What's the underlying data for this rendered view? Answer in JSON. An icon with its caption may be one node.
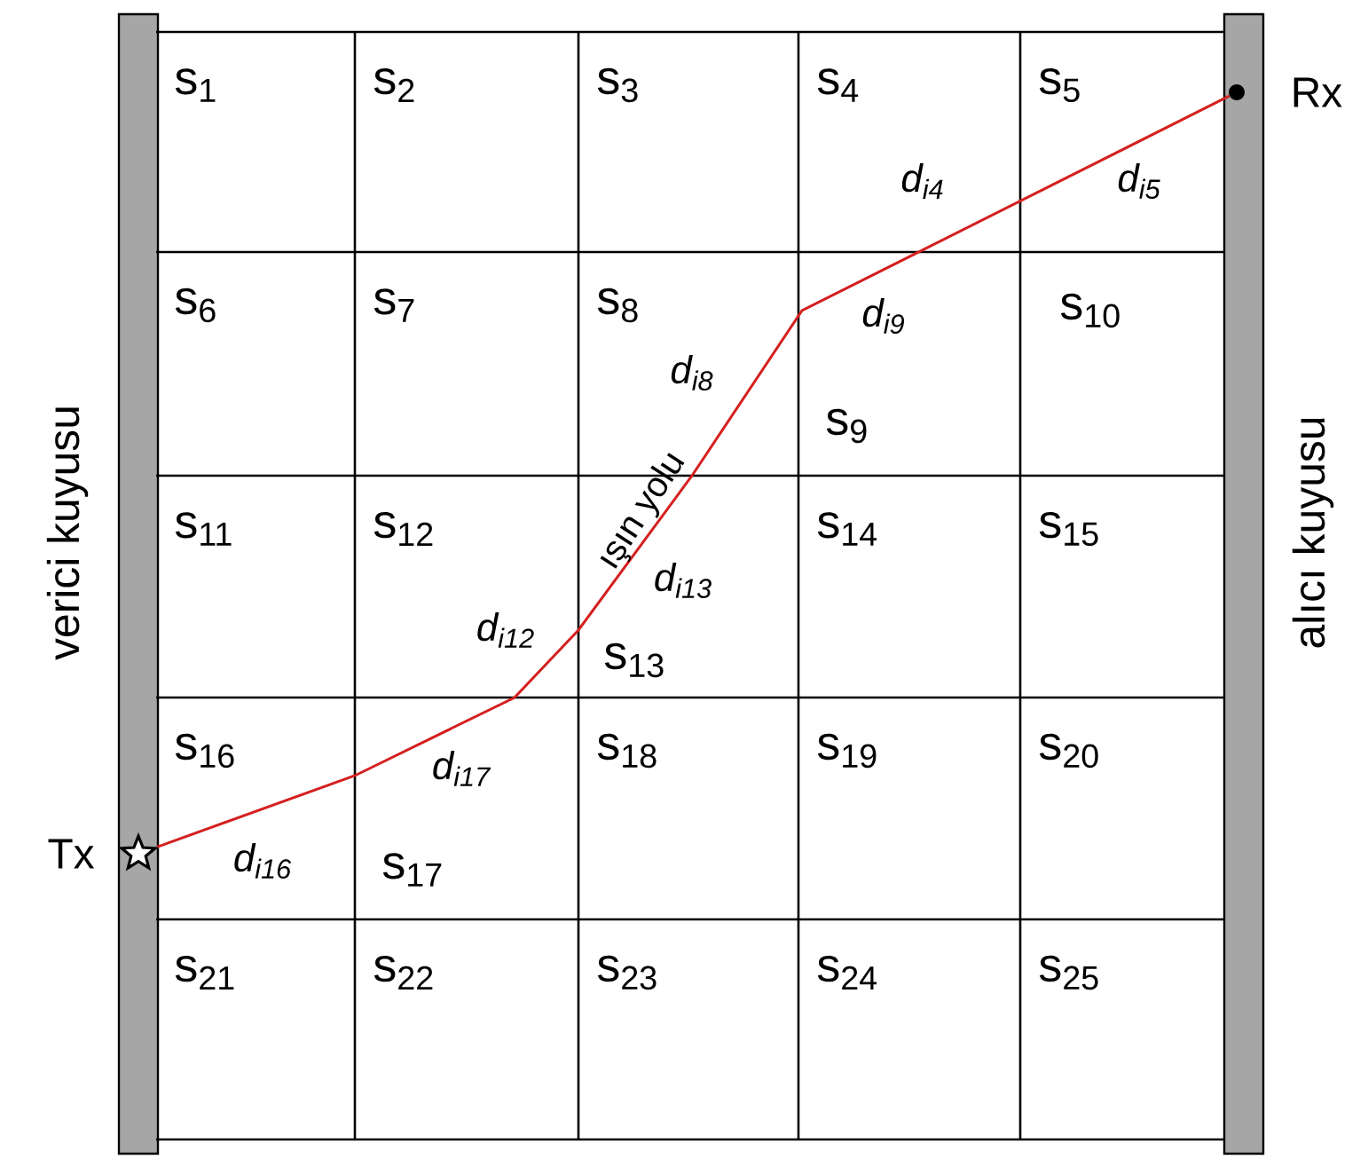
{
  "diagram": {
    "nodes": [
      {
        "text": [],
        "shape": "star",
        "beside": [
          "Tx"
        ]
      },
      {
        "text": [],
        "shape": "circle",
        "beside": [
          "Rx"
        ]
      }
    ],
    "edges": [
      {
        "from": 0,
        "to": 1,
        "arrow": "none",
        "label": "ışın yolu"
      }
    ],
    "labels": [
      "s$_{1}$",
      "s$_{2}$",
      "s$_{3}$",
      "s$_{4}$",
      "s$_{5}$",
      "d$_{i4}$",
      "d$_{i5}$",
      "s$_{6}$",
      "s$_{7}$",
      "s$_{8}$",
      "d$_{i9}$",
      "s$_{10}$",
      "d$_{i8}$",
      "s$_{9}$",
      "s$_{11}$",
      "s$_{12}$",
      "s$_{14}$",
      "s$_{15}$",
      "d$_{i13}$",
      "d$_{i12}$",
      "s$_{13}$",
      "s$_{16}$",
      "s$_{18}$",
      "s$_{19}$",
      "s$_{20}$",
      "d$_{i17}$",
      "d$_{i16}$",
      "s$_{17}$",
      "s$_{21}$",
      "s$_{22}$",
      "s$_{23}$",
      "s$_{24}$",
      "s$_{25}$",
      "verici kuyusu",
      "alıcı kuyusu"
    ]
  }
}
